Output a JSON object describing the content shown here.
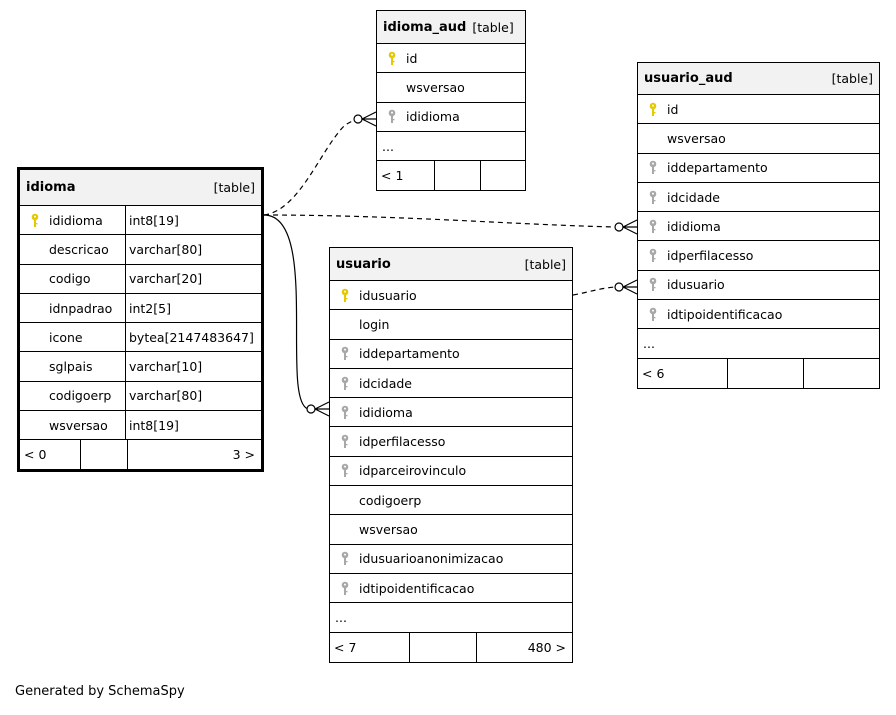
{
  "tables": {
    "idioma": {
      "name": "idioma",
      "tag": "[table]",
      "rows": [
        {
          "key": "primary",
          "name": "ididioma",
          "type": "int8[19]"
        },
        {
          "key": "",
          "name": "descricao",
          "type": "varchar[80]"
        },
        {
          "key": "",
          "name": "codigo",
          "type": "varchar[20]"
        },
        {
          "key": "",
          "name": "idnpadrao",
          "type": "int2[5]"
        },
        {
          "key": "",
          "name": "icone",
          "type": "bytea[2147483647]"
        },
        {
          "key": "",
          "name": "sglpais",
          "type": "varchar[10]"
        },
        {
          "key": "",
          "name": "codigoerp",
          "type": "varchar[80]"
        },
        {
          "key": "",
          "name": "wsversao",
          "type": "int8[19]"
        }
      ],
      "footer": [
        "< 0",
        "",
        "3 >"
      ]
    },
    "idioma_aud": {
      "name": "idioma_aud",
      "tag": "[table]",
      "rows": [
        {
          "key": "primary",
          "name": "id"
        },
        {
          "key": "",
          "name": "wsversao"
        },
        {
          "key": "foreign",
          "name": "ididioma"
        },
        {
          "key": "",
          "name": "..."
        }
      ],
      "footer": [
        "< 1",
        "",
        ""
      ]
    },
    "usuario_aud": {
      "name": "usuario_aud",
      "tag": "[table]",
      "rows": [
        {
          "key": "primary",
          "name": "id"
        },
        {
          "key": "",
          "name": "wsversao"
        },
        {
          "key": "foreign",
          "name": "iddepartamento"
        },
        {
          "key": "foreign",
          "name": "idcidade"
        },
        {
          "key": "foreign",
          "name": "ididioma"
        },
        {
          "key": "foreign",
          "name": "idperfilacesso"
        },
        {
          "key": "foreign",
          "name": "idusuario"
        },
        {
          "key": "foreign",
          "name": "idtipoidentificacao"
        },
        {
          "key": "",
          "name": "..."
        }
      ],
      "footer": [
        "< 6",
        "",
        ""
      ]
    },
    "usuario": {
      "name": "usuario",
      "tag": "[table]",
      "rows": [
        {
          "key": "primary",
          "name": "idusuario"
        },
        {
          "key": "",
          "name": "login"
        },
        {
          "key": "foreign",
          "name": "iddepartamento"
        },
        {
          "key": "foreign",
          "name": "idcidade"
        },
        {
          "key": "foreign",
          "name": "ididioma"
        },
        {
          "key": "foreign",
          "name": "idperfilacesso"
        },
        {
          "key": "foreign",
          "name": "idparceirovinculo"
        },
        {
          "key": "",
          "name": "codigoerp"
        },
        {
          "key": "",
          "name": "wsversao"
        },
        {
          "key": "foreign",
          "name": "idusuarioanonimizacao"
        },
        {
          "key": "foreign",
          "name": "idtipoidentificacao"
        },
        {
          "key": "",
          "name": "..."
        }
      ],
      "footer": [
        "< 7",
        "",
        "480 >"
      ]
    }
  },
  "colors": {
    "primary_key": "#e6c800",
    "foreign_key": "#a8a8a8",
    "header_bg": "#f2f2f2"
  },
  "footer_text": "Generated by SchemaSpy"
}
